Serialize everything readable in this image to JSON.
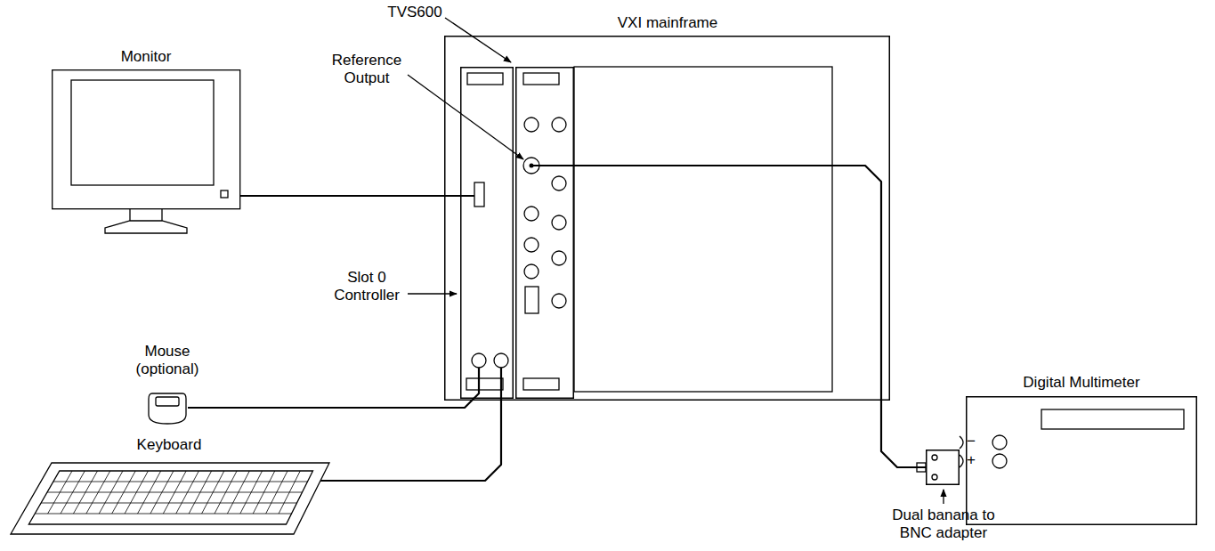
{
  "diagram": {
    "nodes": [
      {
        "text": [
          "Monitor"
        ]
      },
      {
        "text": [
          "VXI mainframe"
        ]
      },
      {
        "text": [
          "TVS600"
        ],
        "in": 1
      },
      {
        "text": [
          "Slot 0 Controller"
        ],
        "in": 1
      },
      {
        "text": [
          "Digital Multimeter"
        ]
      },
      {
        "text": [
          "Mouse (optional)"
        ]
      },
      {
        "text": [
          "Keyboard"
        ]
      },
      {
        "text": [
          "Dual banana to BNC adapter"
        ]
      }
    ],
    "edges": [
      {
        "from": 0,
        "to": 3,
        "arrow": "none"
      },
      {
        "from": 5,
        "to": 3,
        "arrow": "none"
      },
      {
        "from": 6,
        "to": 3,
        "arrow": "none"
      },
      {
        "from": 2,
        "to": 7,
        "arrow": "none"
      }
    ],
    "labels": [
      "Reference Output",
      "−",
      "+"
    ]
  }
}
